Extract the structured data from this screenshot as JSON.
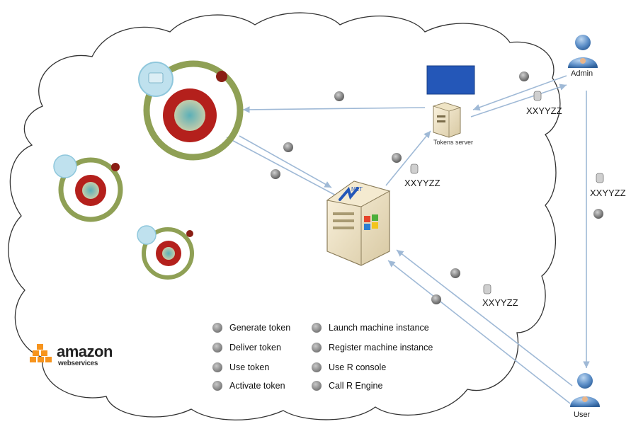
{
  "nodes": {
    "admin_label": "Admin",
    "user_label": "User",
    "token_server_label": "Tokens server",
    "net_badge": "NET"
  },
  "tokens": {
    "token_near_admin": "XXYYZZ",
    "token_near_server": "XXYYZZ",
    "token_admin_user": "XXYYZZ",
    "token_near_user": "XXYYZZ"
  },
  "legend": {
    "items": [
      "Generate token",
      "Deliver token",
      "Use token",
      "Activate token",
      "Launch machine instance",
      "Register machine instance",
      "Use R console",
      "Call R Engine"
    ]
  },
  "brand": {
    "name": "amazon",
    "sub": "webservices"
  },
  "colors": {
    "arrow": "#9fb9d6",
    "ring_green": "#8fa055",
    "ring_red": "#b4201c",
    "panel_blue": "#2457b8",
    "cloud_stroke": "#333333",
    "step_badge": "#8a8a8a"
  }
}
